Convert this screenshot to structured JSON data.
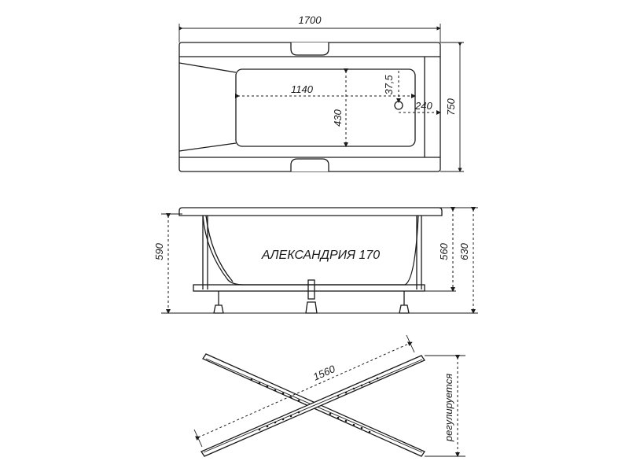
{
  "top_view": {
    "length": "1700",
    "width": "750",
    "inner_length": "1140",
    "inner_width": "430",
    "drain_from_edge": "37,5",
    "drain_offset": "240"
  },
  "side_view": {
    "model": "АЛЕКСАНДРИЯ 170",
    "height_frame": "590",
    "height_tub": "560",
    "height_total": "630"
  },
  "frame_view": {
    "diagonal": "1560",
    "adjustable": "регулируется"
  }
}
